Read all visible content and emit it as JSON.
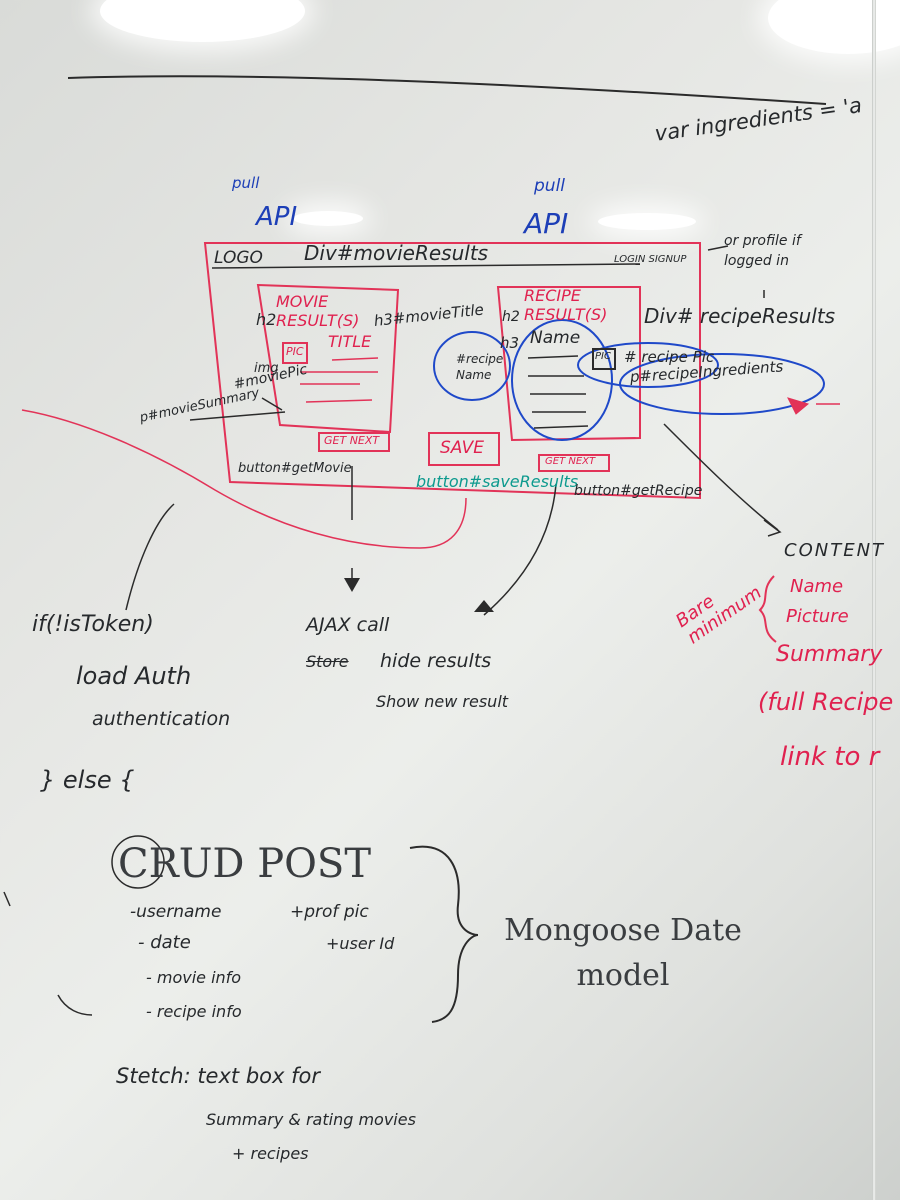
{
  "whiteboard": {
    "top_right": "var ingredients = 'a",
    "pull_left": "pull",
    "api_left": "API",
    "pull_right": "pull",
    "api_right": "API",
    "logo": "LOGO",
    "div_movie_results": "Div#movieResults",
    "login_signup": "LOGIN SIGNUP",
    "or_profile": "or profile if logged in",
    "h2_left": "h2",
    "movie_results": "MOVIE RESULT(S)",
    "title": "TITLE",
    "h3_movie_title": "h3#movieTitle",
    "h2_right": "h2",
    "recipe_results": "RECIPE RESULT(S)",
    "div_recipe_results": "Div# recipeResults",
    "img_label": "img",
    "movie_pic": "#moviePic",
    "pic": "PIC",
    "p_movie_summary": "p#movieSummary",
    "h3_right": "h3",
    "recipe_name_id": "#recipe Name",
    "name": "Name",
    "recipe_pic": "# recipe Pic",
    "p_recipe_ingredients": "p#recipeIngredients",
    "get_next": "GET NEXT",
    "save": "SAVE",
    "button_get_movie": "button#getMovie",
    "button_save_results": "button#saveResults",
    "button_get_recipe": "button#getRecipe",
    "content": "CONTENT",
    "bare_minimum": "Bare minimum",
    "content_items": [
      "Name",
      "Picture",
      "Summary",
      "(full Recipe",
      "link to r"
    ],
    "if_is_token": "if(!isToken)",
    "load_auth": "load Auth",
    "authentication": "authentication",
    "else": "} else {",
    "ajax_call": "AJAX call",
    "store": "Store",
    "hide_results": "hide results",
    "show_new_result": "Show new result",
    "crud_post": "CRUD POST",
    "post_fields": [
      "-username",
      "- date",
      "- movie info",
      "- recipe info"
    ],
    "prof_pic": "+prof pic",
    "user_id": "+user Id",
    "mongoose_model": "Mongoose Date model",
    "stretch_1": "Stetch: text box for",
    "stretch_2": "Summary & rating movies",
    "stretch_3": "+ recipes"
  }
}
